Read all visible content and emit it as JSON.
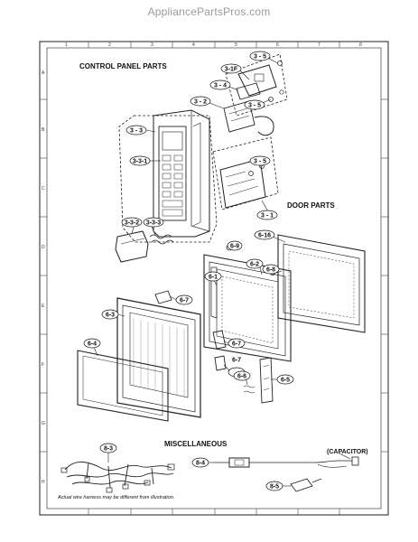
{
  "site_title": "AppliancePartsPros.com",
  "sections": {
    "control_panel": "CONTROL PANEL PARTS",
    "door": "DOOR PARTS",
    "misc": "MISCELLANEOUS"
  },
  "note": "Actual wire harness may be different from illustration.",
  "capacitor_label": "(CAPACITOR)",
  "parts": {
    "p3_5a": "3 - 5",
    "p3_1f": "3-1F",
    "p3_5b": "3 - 5",
    "p3_4": "3 - 4",
    "p3_2": "3 - 2",
    "p3_3": "3 - 3",
    "p3_3_1": "3-3-1",
    "p3_5c": "3 - 5",
    "p3_1": "3 - 1",
    "p3_3_2": "3-3-2",
    "p3_3_3": "3-3-3",
    "p6_16": "6-16",
    "p6_9": "6-9",
    "p6_1": "6-1",
    "p6_2": "6-2",
    "p6_8": "6-8",
    "p6_7a": "6-7",
    "p6_3": "6-3",
    "p6_4": "6-4",
    "p6_7b": "6-7",
    "p6_7c": "6-7",
    "p6_6": "6-6",
    "p6_5": "6-5",
    "p8_3": "8-3",
    "p8_4": "8-4",
    "p8_5": "8-5"
  },
  "border_ticks": [
    "1",
    "2",
    "3",
    "4",
    "5",
    "6",
    "7",
    "8",
    "A",
    "B",
    "C",
    "D",
    "E",
    "F",
    "G",
    "H"
  ]
}
